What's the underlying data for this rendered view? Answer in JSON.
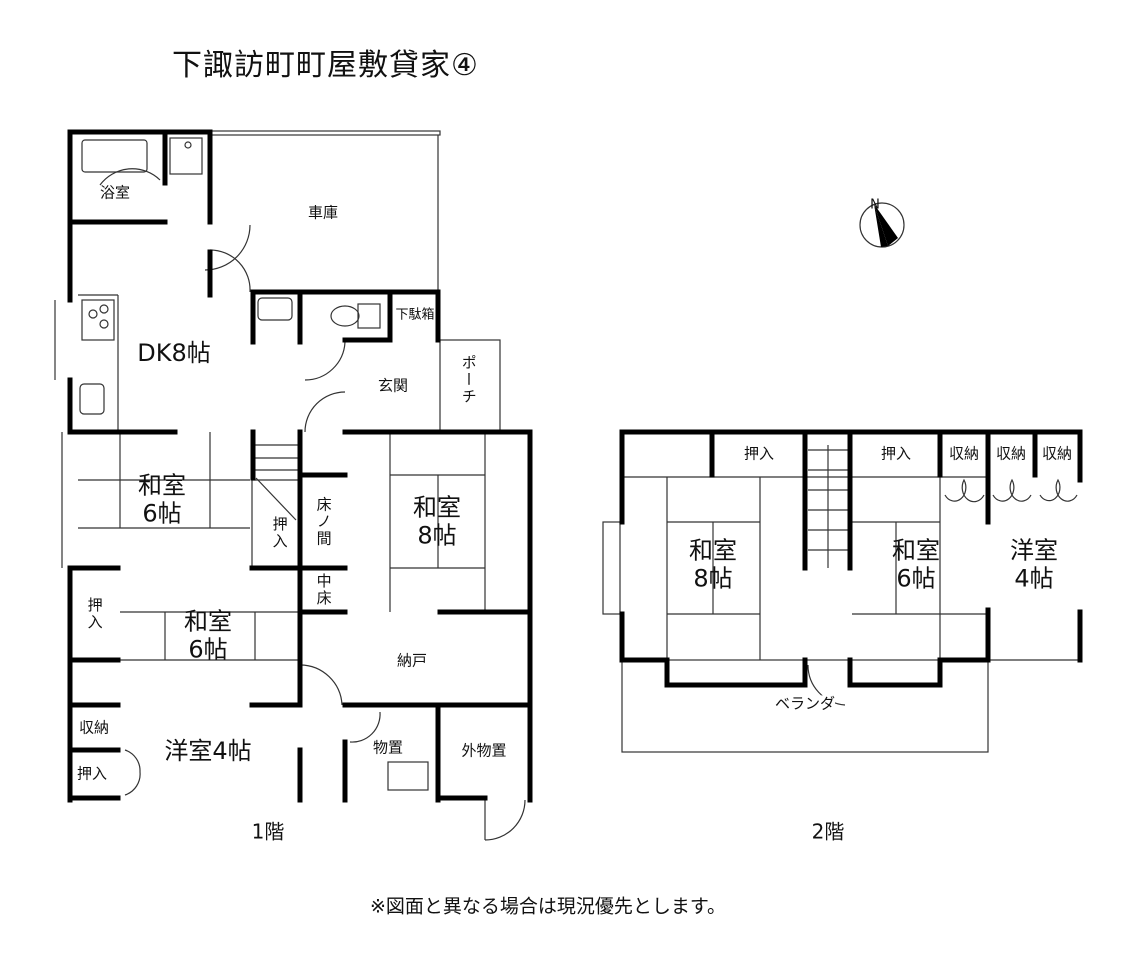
{
  "title": "下諏訪町町屋敷貸家④",
  "note": "※図面と異なる場合は現況優先とします。",
  "compass": {
    "label": "N"
  },
  "floor1": {
    "label": "1階",
    "rooms": {
      "bath": "浴室",
      "garage": "車庫",
      "dk": "DK8帖",
      "getabako": "下駄箱",
      "genkan": "玄関",
      "porch": "ポーチ",
      "washitsu6a": "和室\n6帖",
      "oshiire_stairs": "押入",
      "tokonoma": "床ノ間",
      "nakadoko": "中床",
      "washitsu8": "和室\n8帖",
      "oshiire_left": "押入",
      "washitsu6b": "和室\n6帖",
      "nando": "納戸",
      "shuno": "収納",
      "oshiire_bottom": "押入",
      "yoshitsu4": "洋室4帖",
      "monooki": "物置",
      "soto_monooki": "外物置"
    }
  },
  "floor2": {
    "label": "2階",
    "rooms": {
      "oshiire1": "押入",
      "oshiire2": "押入",
      "shuno1": "収納",
      "shuno2": "収納",
      "shuno3": "収納",
      "washitsu8": "和室\n8帖",
      "washitsu6": "和室\n6帖",
      "yoshitsu4": "洋室\n4帖",
      "veranda": "ベランダ"
    }
  }
}
